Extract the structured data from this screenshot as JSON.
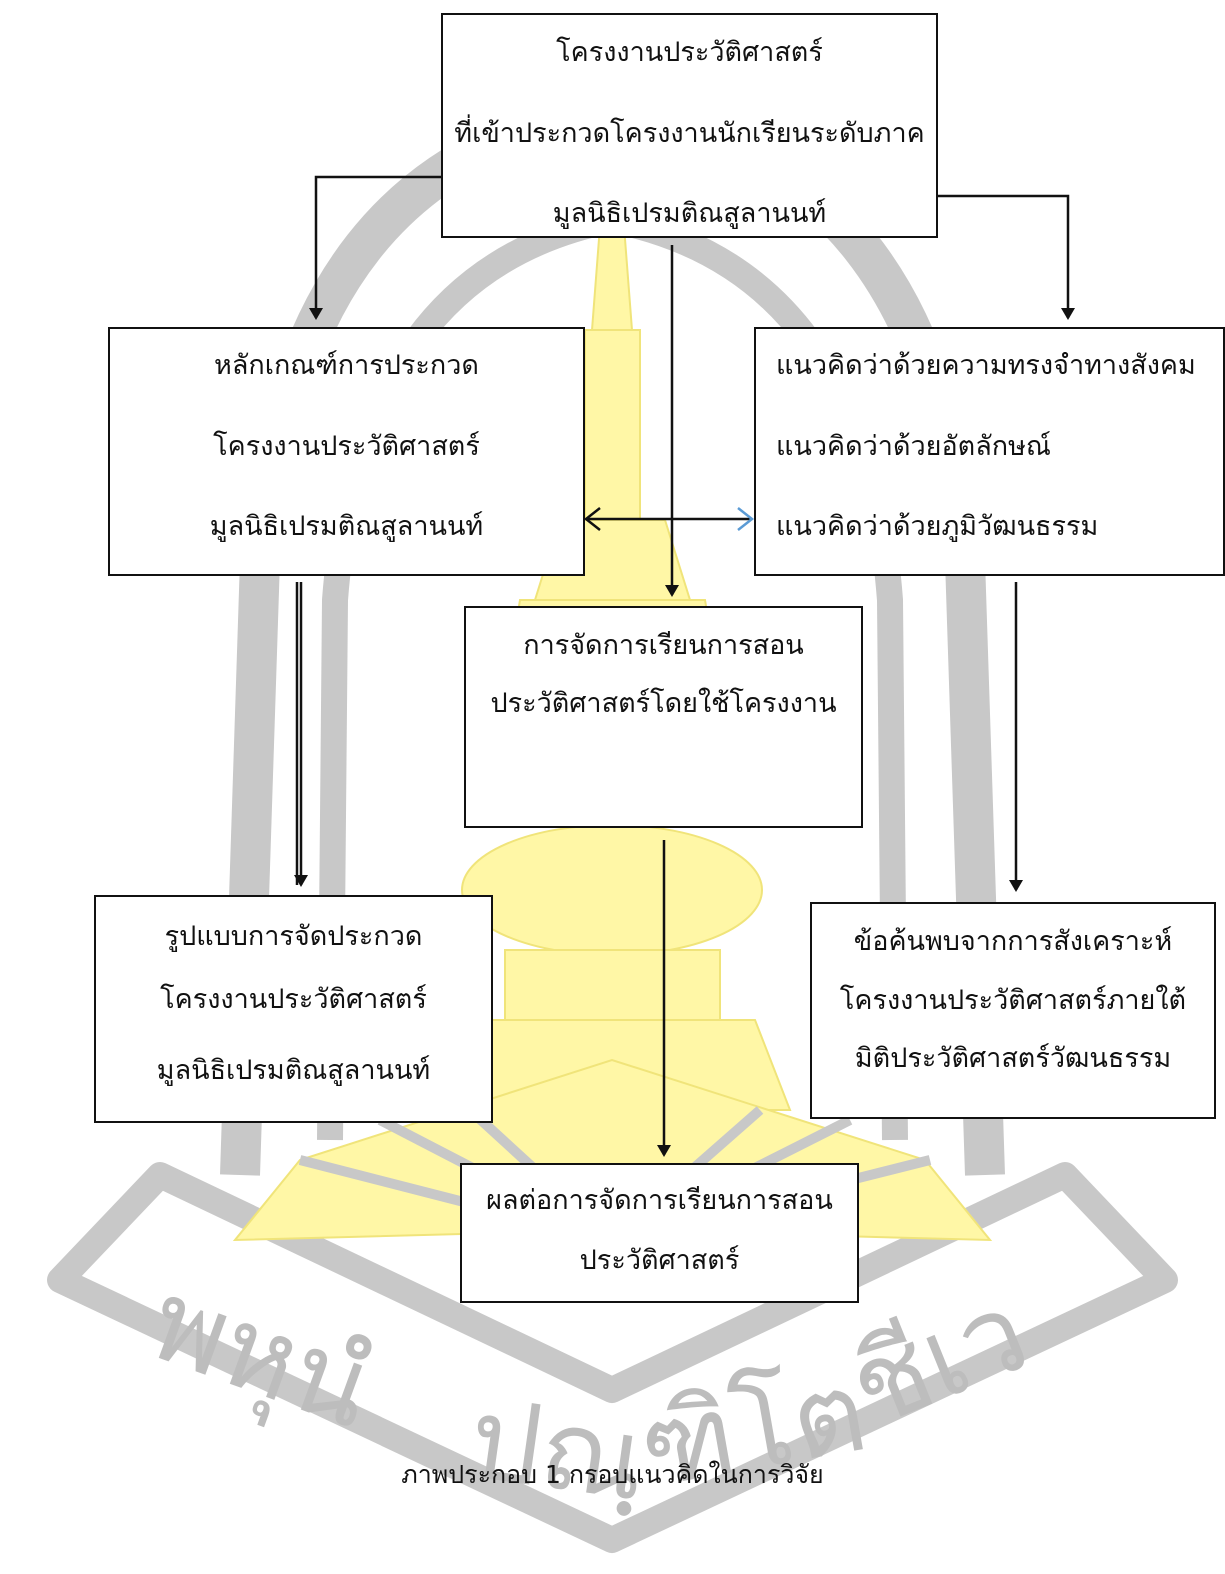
{
  "watermark": {
    "text_left": "พหุนํ",
    "text_mid": "ปณฺ",
    "text_mid2": "ฑิโต",
    "text_right": "ชีเว",
    "colors": {
      "ring": "#c8c8c8",
      "emblem": "#fff7a6"
    },
    "icon": "university-emblem"
  },
  "boxes": {
    "top": {
      "line1": "โครงงานประวัติศาสตร์",
      "line2": "ที่เข้าประกวดโครงงานนักเรียนระดับภาค",
      "line3": "มูลนิธิเปรมติณสูลานนท์"
    },
    "criteria": {
      "line1": "หลักเกณฑ์การประกวด",
      "line2": "โครงงานประวัติศาสตร์",
      "line3": "มูลนิธิเปรมติณสูลานนท์"
    },
    "concepts": {
      "line1": "แนวคิดว่าด้วยความทรงจำทางสังคม",
      "line2": "แนวคิดว่าด้วยอัตลักษณ์",
      "line3": "แนวคิดว่าด้วยภูมิวัฒนธรรม"
    },
    "teaching": {
      "line1": "การจัดการเรียนการสอน",
      "line2": "ประวัติศาสตร์โดยใช้โครงงาน"
    },
    "format": {
      "line1": "รูปแบบการจัดประกวด",
      "line2": "โครงงานประวัติศาสตร์",
      "line3": "มูลนิธิเปรมติณสูลานนท์"
    },
    "findings": {
      "line1": "ข้อค้นพบจากการสังเคราะห์",
      "line2": "โครงงานประวัติศาสตร์ภายใต้",
      "line3": "มิติประวัติศาสตร์วัฒนธรรม"
    },
    "effects": {
      "line1": "ผลต่อการจัดการเรียนการสอน",
      "line2": "ประวัติศาสตร์"
    }
  },
  "caption": "ภาพประกอบ 1 กรอบแนวคิดในการวิจัย",
  "colors": {
    "line": "#111111",
    "double_arrow_right_head": "#5b9bd5"
  }
}
